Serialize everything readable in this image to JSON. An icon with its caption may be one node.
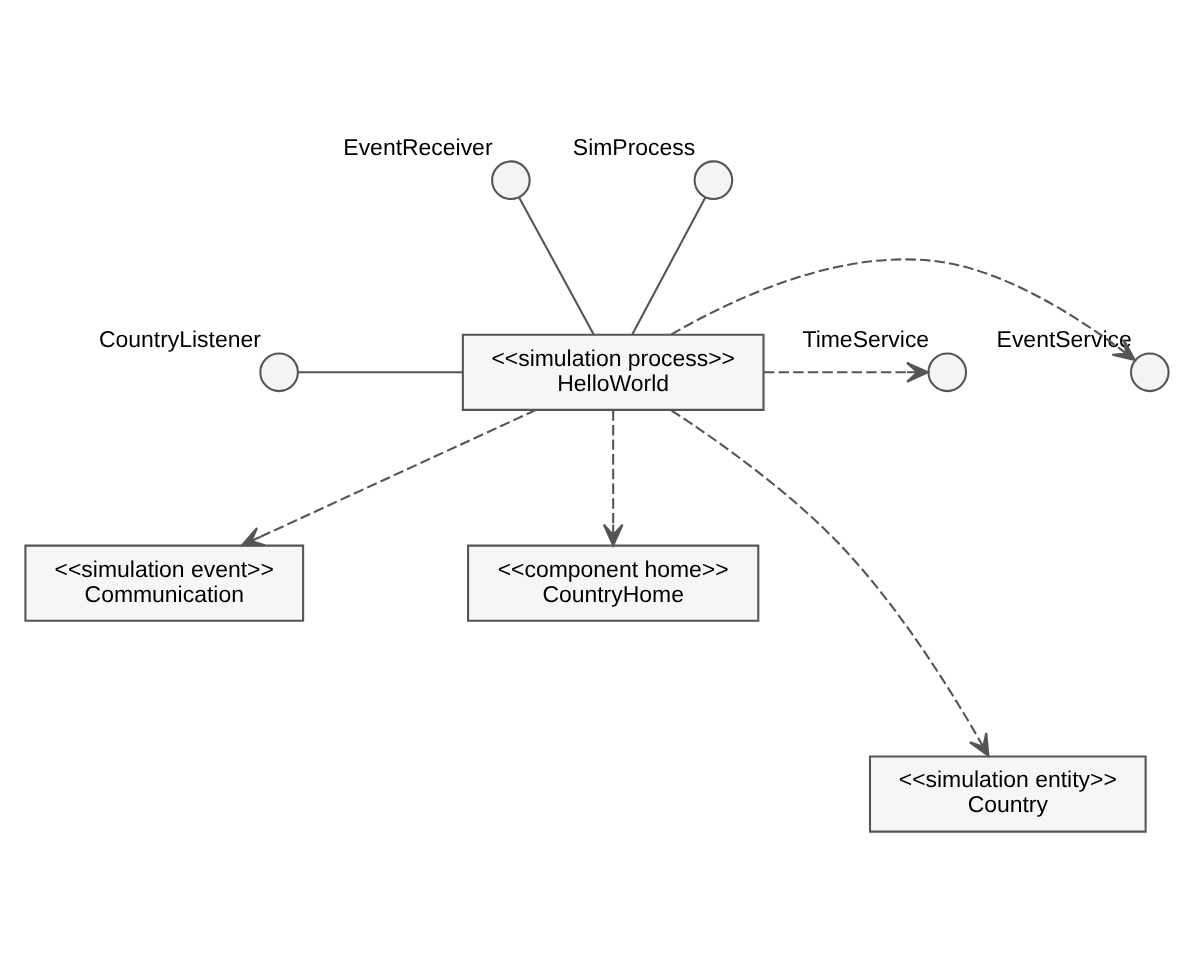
{
  "diagram": {
    "nodes": [
      {
        "text": [],
        "shape": "circle",
        "beside": [
          "EventReceiver"
        ]
      },
      {
        "text": [],
        "shape": "circle",
        "beside": [
          "SimProcess"
        ]
      },
      {
        "text": [],
        "shape": "circle",
        "beside": [
          "CountryListener"
        ]
      },
      {
        "text": [
          "<<simulation process>>",
          "HelloWorld"
        ]
      },
      {
        "text": [],
        "shape": "circle",
        "beside": [
          "EventService"
        ]
      },
      {
        "text": [],
        "shape": "circle",
        "beside": [
          "TimeService"
        ]
      },
      {
        "text": [
          "<<simulation event>>",
          "Communication"
        ]
      },
      {
        "text": [
          "<<component home>>",
          "CountryHome"
        ]
      },
      {
        "text": [
          "<<simulation entity>>",
          "Country"
        ]
      }
    ],
    "edges": [
      {
        "from": 0,
        "to": 3,
        "arrow": "none"
      },
      {
        "from": 1,
        "to": 3,
        "arrow": "none"
      },
      {
        "from": 2,
        "to": 3,
        "arrow": "none"
      },
      {
        "from": 3,
        "to": 4,
        "arrow": "to",
        "style": "dashed"
      },
      {
        "from": 3,
        "to": 5,
        "arrow": "to",
        "style": "dashed"
      },
      {
        "from": 3,
        "to": 6,
        "arrow": "to",
        "style": "dashed"
      },
      {
        "from": 3,
        "to": 8,
        "arrow": "to",
        "style": "dashed"
      },
      {
        "from": 3,
        "to": 7,
        "arrow": "to",
        "style": "dashed"
      }
    ]
  }
}
